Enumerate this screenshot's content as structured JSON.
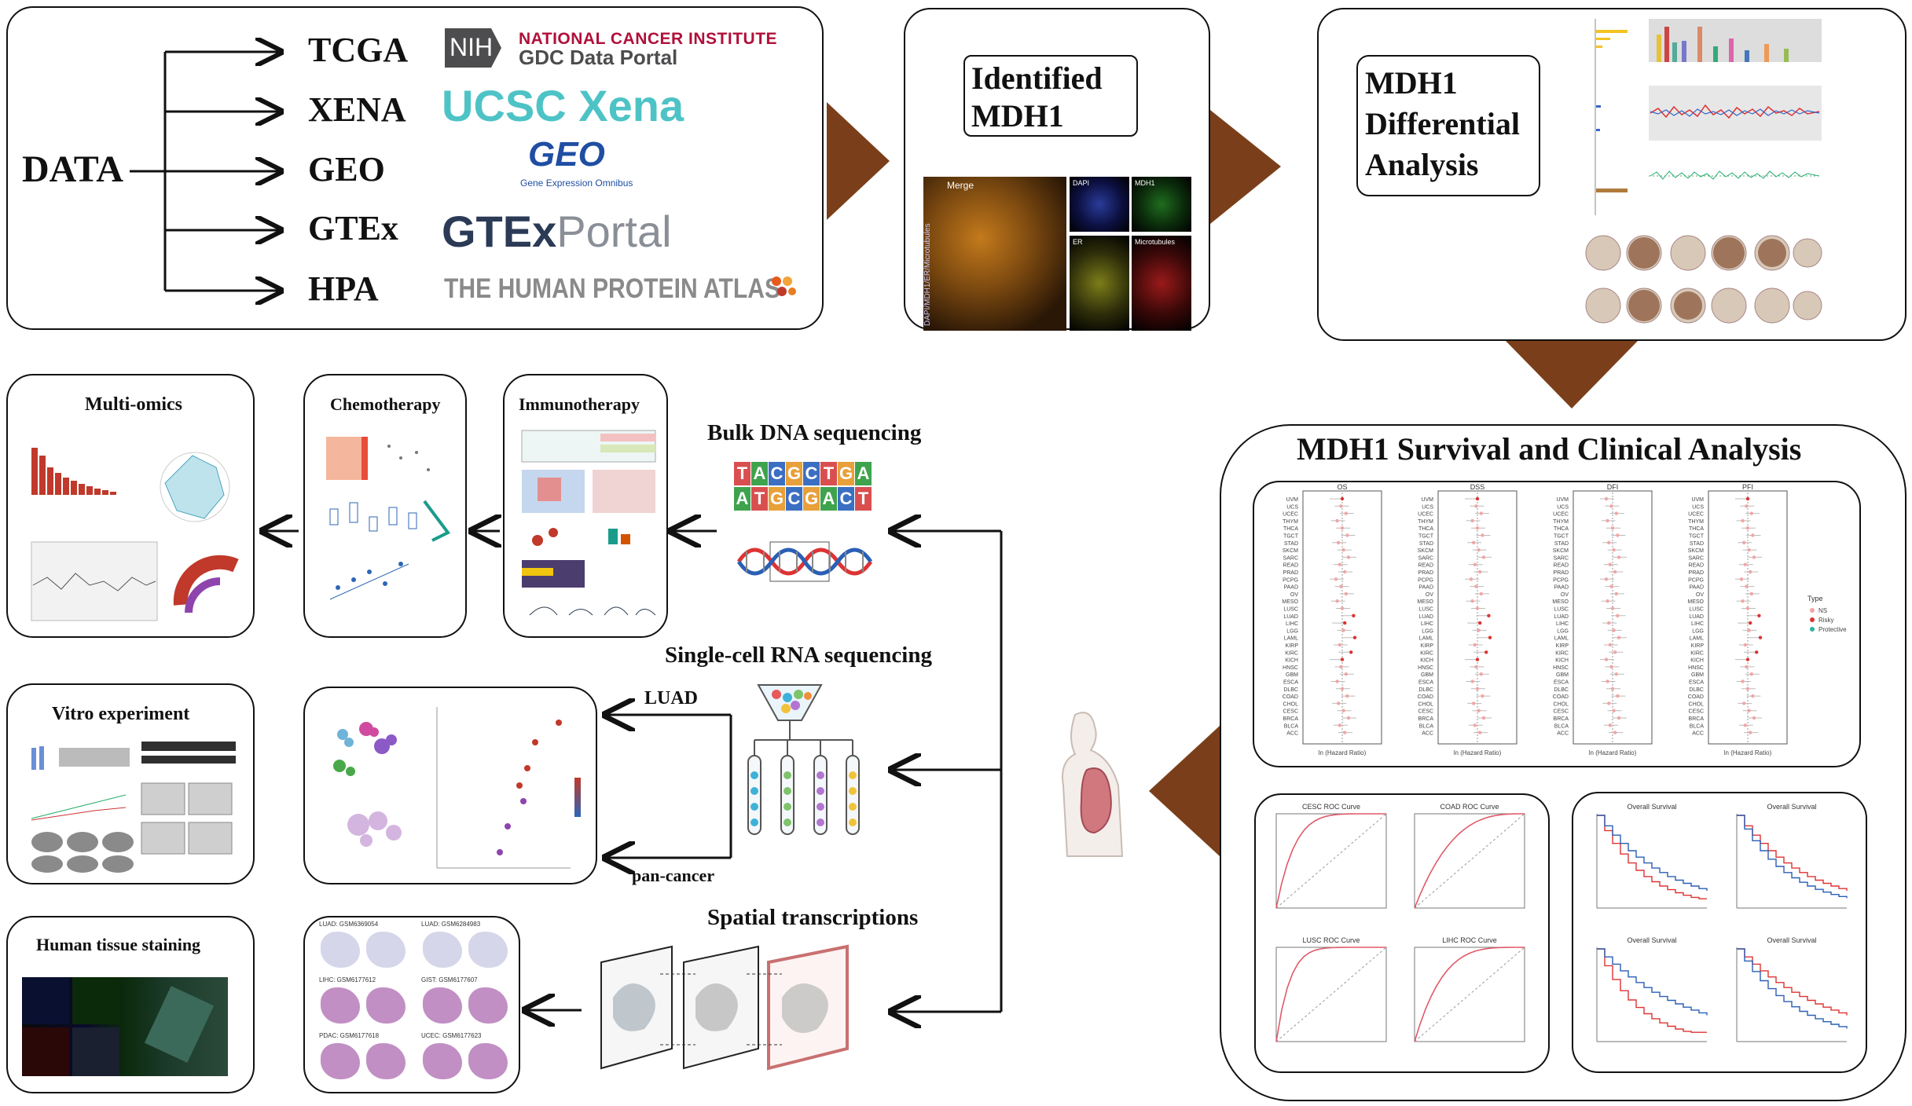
{
  "data_panel": {
    "label": "DATA",
    "sources": [
      {
        "name": "TCGA",
        "logo": "NATIONAL CANCER INSTITUTE",
        "logo_sub": "GDC Data Portal",
        "logo_badge": "NIH"
      },
      {
        "name": "XENA",
        "logo": "UCSC Xena"
      },
      {
        "name": "GEO",
        "logo": "GEO",
        "logo_sub": "Gene Expression Omnibus"
      },
      {
        "name": "GTEx",
        "logo": "GTEx",
        "logo_suffix": "Portal"
      },
      {
        "name": "HPA",
        "logo": "THE HUMAN PROTEIN ATLAS"
      }
    ]
  },
  "identified": {
    "title": "Identified MDH1",
    "image_labels": [
      "Merge",
      "DAPI",
      "MDH1",
      "ER",
      "Microtubules"
    ],
    "side_label": "DAPI/MDH1/ER/Microtubules"
  },
  "differential": {
    "title": "MDH1 Differential Analysis"
  },
  "survival": {
    "title": "MDH1 Survival and Clinical Analysis",
    "forest_titles": [
      "OS",
      "DSS",
      "DFI",
      "PFI"
    ],
    "forest_xlabel": "ln (Hazard Ratio)",
    "legend_title": "Type",
    "legend_items": [
      "NS",
      "Risky",
      "Protective"
    ],
    "roc_titles": [
      "CESC ROC Curve",
      "COAD ROC Curve",
      "LUSC ROC Curve",
      "LIHC ROC Curve"
    ],
    "km_title": "Overall Survival"
  },
  "panels": {
    "multiomics": "Multi-omics",
    "chemotherapy": "Chemotherapy",
    "immunotherapy": "Immunotherapy",
    "vitro": "Vitro experiment",
    "tissue": "Human tissue staining"
  },
  "sequencing": {
    "bulk": "Bulk DNA sequencing",
    "bulk_letters_top": [
      "T",
      "A",
      "C",
      "G",
      "C",
      "T",
      "G",
      "A"
    ],
    "bulk_letters_bottom": [
      "A",
      "T",
      "G",
      "C",
      "G",
      "A",
      "C",
      "T"
    ],
    "single_cell": "Single-cell RNA sequencing",
    "luad": "LUAD",
    "pan_cancer": "pan-cancer",
    "spatial": "Spatial transcriptions"
  },
  "spatial_samples": [
    "LUAD: GSM6369054",
    "LUAD: GSM6284983",
    "LIHC: GSM6177612",
    "GIST: GSM6177607",
    "PDAC: GSM6177618",
    "UCEC: GSM6177623"
  ],
  "colors": {
    "arrow_brown": "#7a3f1a",
    "xena_teal": "#4ec3c6",
    "nci_red": "#b0103a",
    "geo_blue": "#1f4ea3"
  }
}
